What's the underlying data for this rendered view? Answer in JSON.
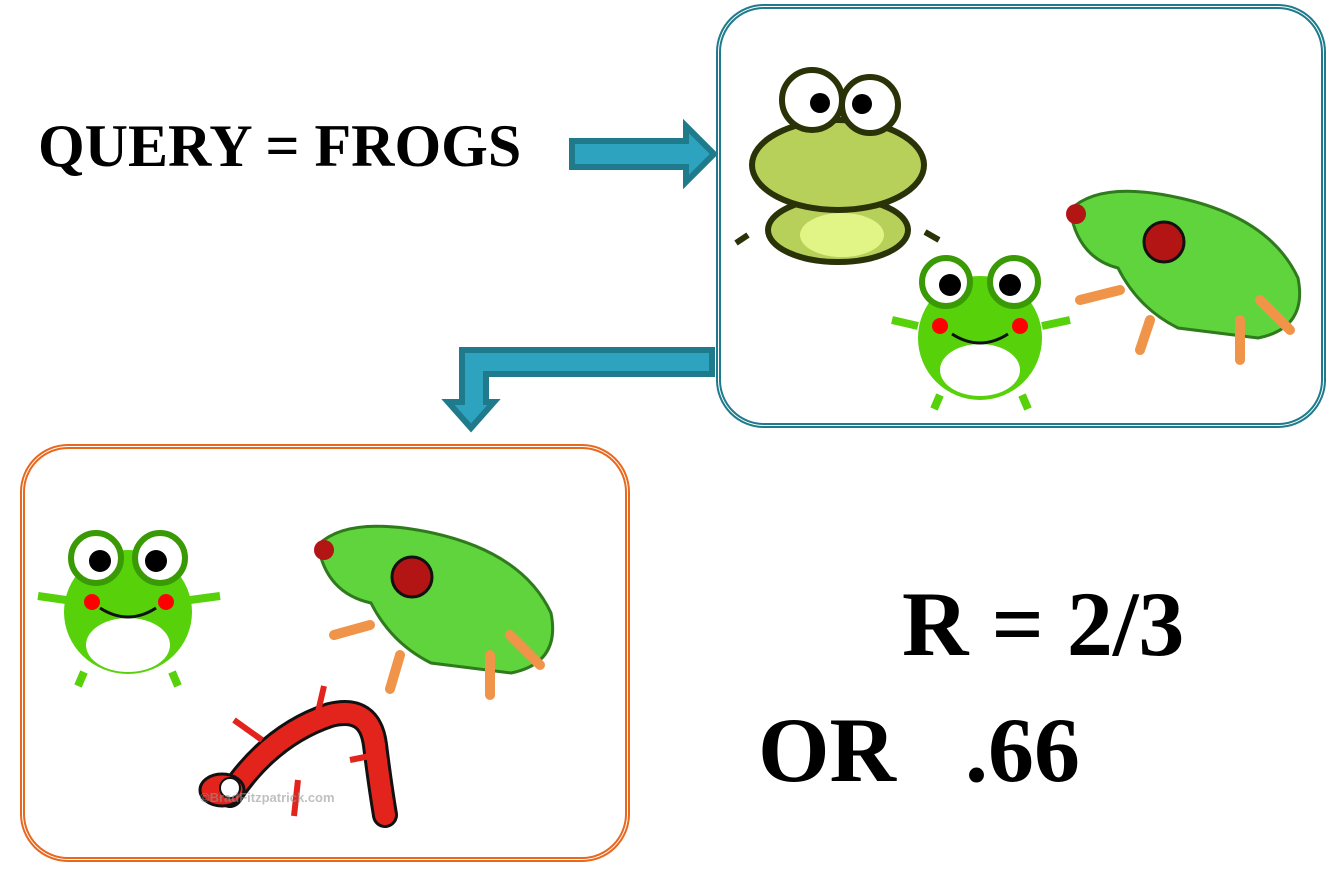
{
  "query_label": "QUERY = FROGS",
  "recall_label": "R = 2/3",
  "recall_decimal_label": "OR   .66",
  "watermark": "©BradFitzpatrick.com",
  "colors": {
    "arrow_fill": "#2ea3c0",
    "arrow_stroke": "#1f7a8c",
    "results_border": "#1f7a8c",
    "relevant_border": "#e8681e",
    "frog_green": "#56d10a",
    "lizard_red": "#e3241c"
  }
}
